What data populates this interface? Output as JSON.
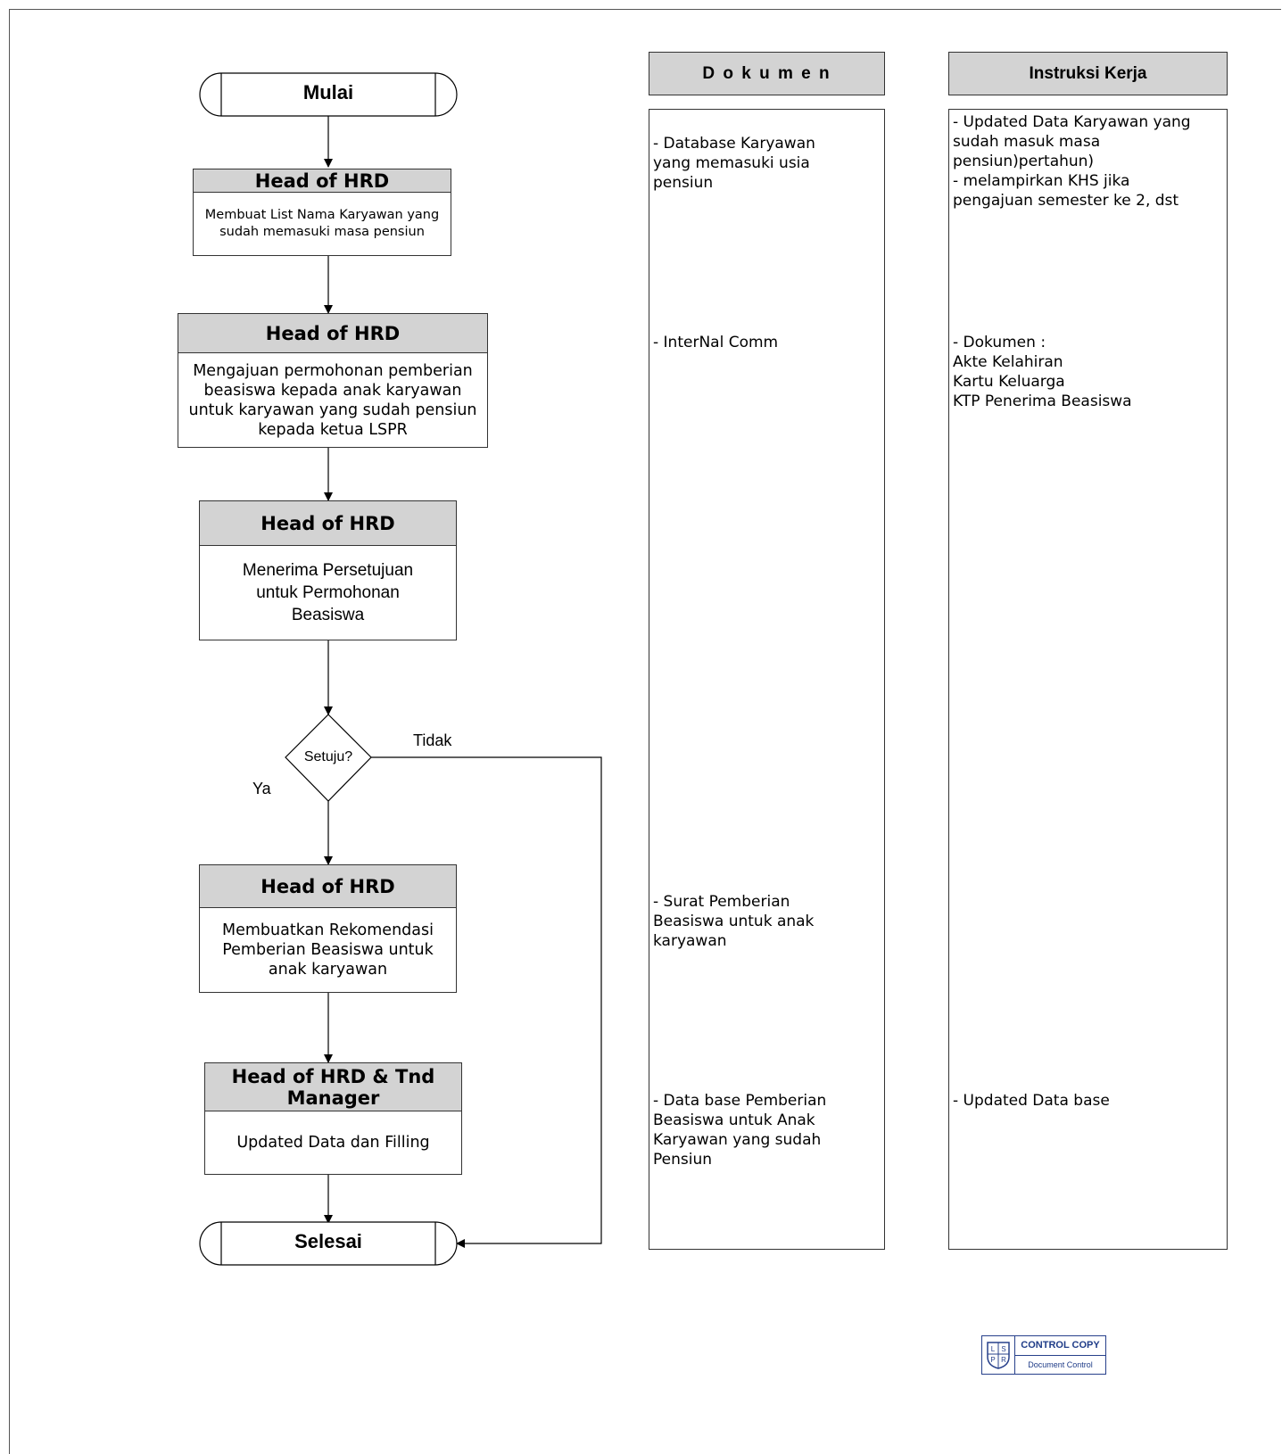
{
  "flow": {
    "start_label": "Mulai",
    "end_label": "Selesai",
    "steps": [
      {
        "role": "Head of HRD",
        "text": "Membuat List Nama Karyawan yang sudah memasuki masa pensiun"
      },
      {
        "role": "Head of HRD",
        "text": "Mengajuan permohonan pemberian beasiswa kepada anak karyawan untuk karyawan yang sudah pensiun kepada ketua LSPR"
      },
      {
        "role": "Head of HRD",
        "text": "Menerima  Persetujuan untuk Permohonan Beasiswa"
      },
      {
        "role": "Head of HRD",
        "text": "Membuatkan Rekomendasi Pemberian Beasiswa untuk anak karyawan"
      },
      {
        "role": "Head of HRD & Tnd Manager",
        "text": "Updated Data dan Filling"
      }
    ],
    "decision": {
      "question": "Setuju?",
      "yes_label": "Ya",
      "no_label": "Tidak"
    }
  },
  "dokumen": {
    "header": "D o k u m e n",
    "entries": [
      "- Database Karyawan\nyang memasuki usia\npensiun",
      "- InterNal Comm",
      "- Surat Pemberian\nBeasiswa untuk anak\nkaryawan",
      "- Data base Pemberian\nBeasiswa untuk Anak\nKaryawan yang sudah\nPensiun"
    ]
  },
  "instruksi": {
    "header": "Instruksi Kerja",
    "entries": [
      "- Updated Data Karyawan yang\nsudah masuk masa\npensiun)pertahun)\n- melampirkan KHS jika\npengajuan semester ke 2, dst",
      "- Dokumen :\nAkte Kelahiran\nKartu Keluarga\nKTP Penerima Beasiswa",
      "- Updated Data base"
    ]
  },
  "stamp": {
    "line1": "CONTROL COPY",
    "line2": "Document Control",
    "seal_letters": "LSPR"
  }
}
